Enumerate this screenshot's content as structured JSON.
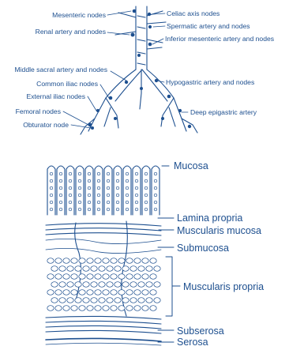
{
  "lymph_diagram": {
    "labels": {
      "mesenteric": "Mesenteric nodes",
      "renal": "Renal artery and nodes",
      "celiac": "Celiac axis nodes",
      "spermatic": "Spermatic artery and nodes",
      "inferior_mesenteric": "Inferior mesenteric artery and nodes",
      "middle_sacral": "Middle sacral artery and nodes",
      "common_iliac": "Common iliac nodes",
      "external_iliac": "External iliac nodes",
      "hypogastric": "Hypogastric artery and nodes",
      "deep_epigastric": "Deep epigastric artery",
      "femoral": "Femoral nodes",
      "obturator": "Obturator node"
    }
  },
  "wall_diagram": {
    "labels": {
      "mucosa": "Mucosa",
      "lamina_propria": "Lamina propria",
      "muscularis_mucosa": "Muscularis mucosa",
      "submucosa": "Submucosa",
      "muscularis_propria": "Muscularis propria",
      "subserosa": "Subserosa",
      "serosa": "Serosa"
    }
  },
  "colors": {
    "ink": "#1d4f8f",
    "background": "#ffffff"
  }
}
